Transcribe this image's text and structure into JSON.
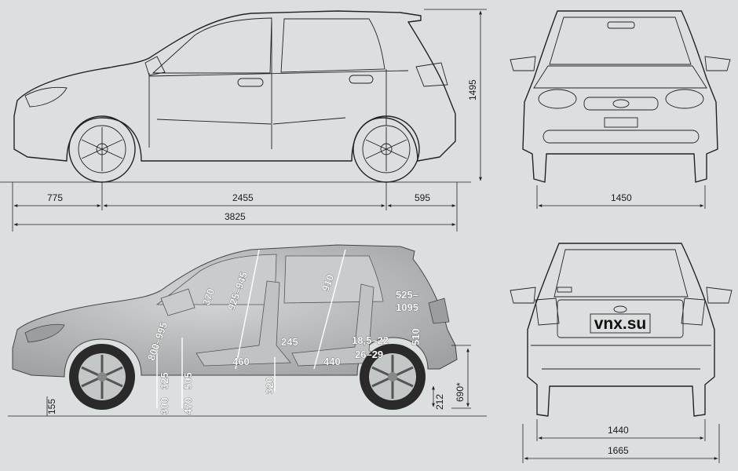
{
  "side_view": {
    "overhang_front": "775",
    "wheelbase": "2455",
    "overhang_rear": "595",
    "length": "3825",
    "height": "1495"
  },
  "front_view": {
    "width": "1450"
  },
  "interior_view": {
    "labels": {
      "a370": "370",
      "a925_945": "925–945",
      "a910": "910",
      "a525": "525–",
      "a1095": "1095",
      "a510": "510",
      "a800_995": "800–995",
      "a245": "245",
      "a460": "460",
      "a440": "440",
      "a18": "18,5–22",
      "a26": "26–29",
      "a325": "325",
      "a505": "505",
      "a300": "300",
      "a470": "470",
      "a320": "320",
      "a155": "155",
      "a212": "212",
      "a690": "690*"
    }
  },
  "rear_view": {
    "track": "1440",
    "width": "1665",
    "plate": "vnx.su"
  },
  "colors": {
    "background": "#dcdfe0",
    "line": "#222222",
    "car_fill": "#b9bcbd"
  }
}
